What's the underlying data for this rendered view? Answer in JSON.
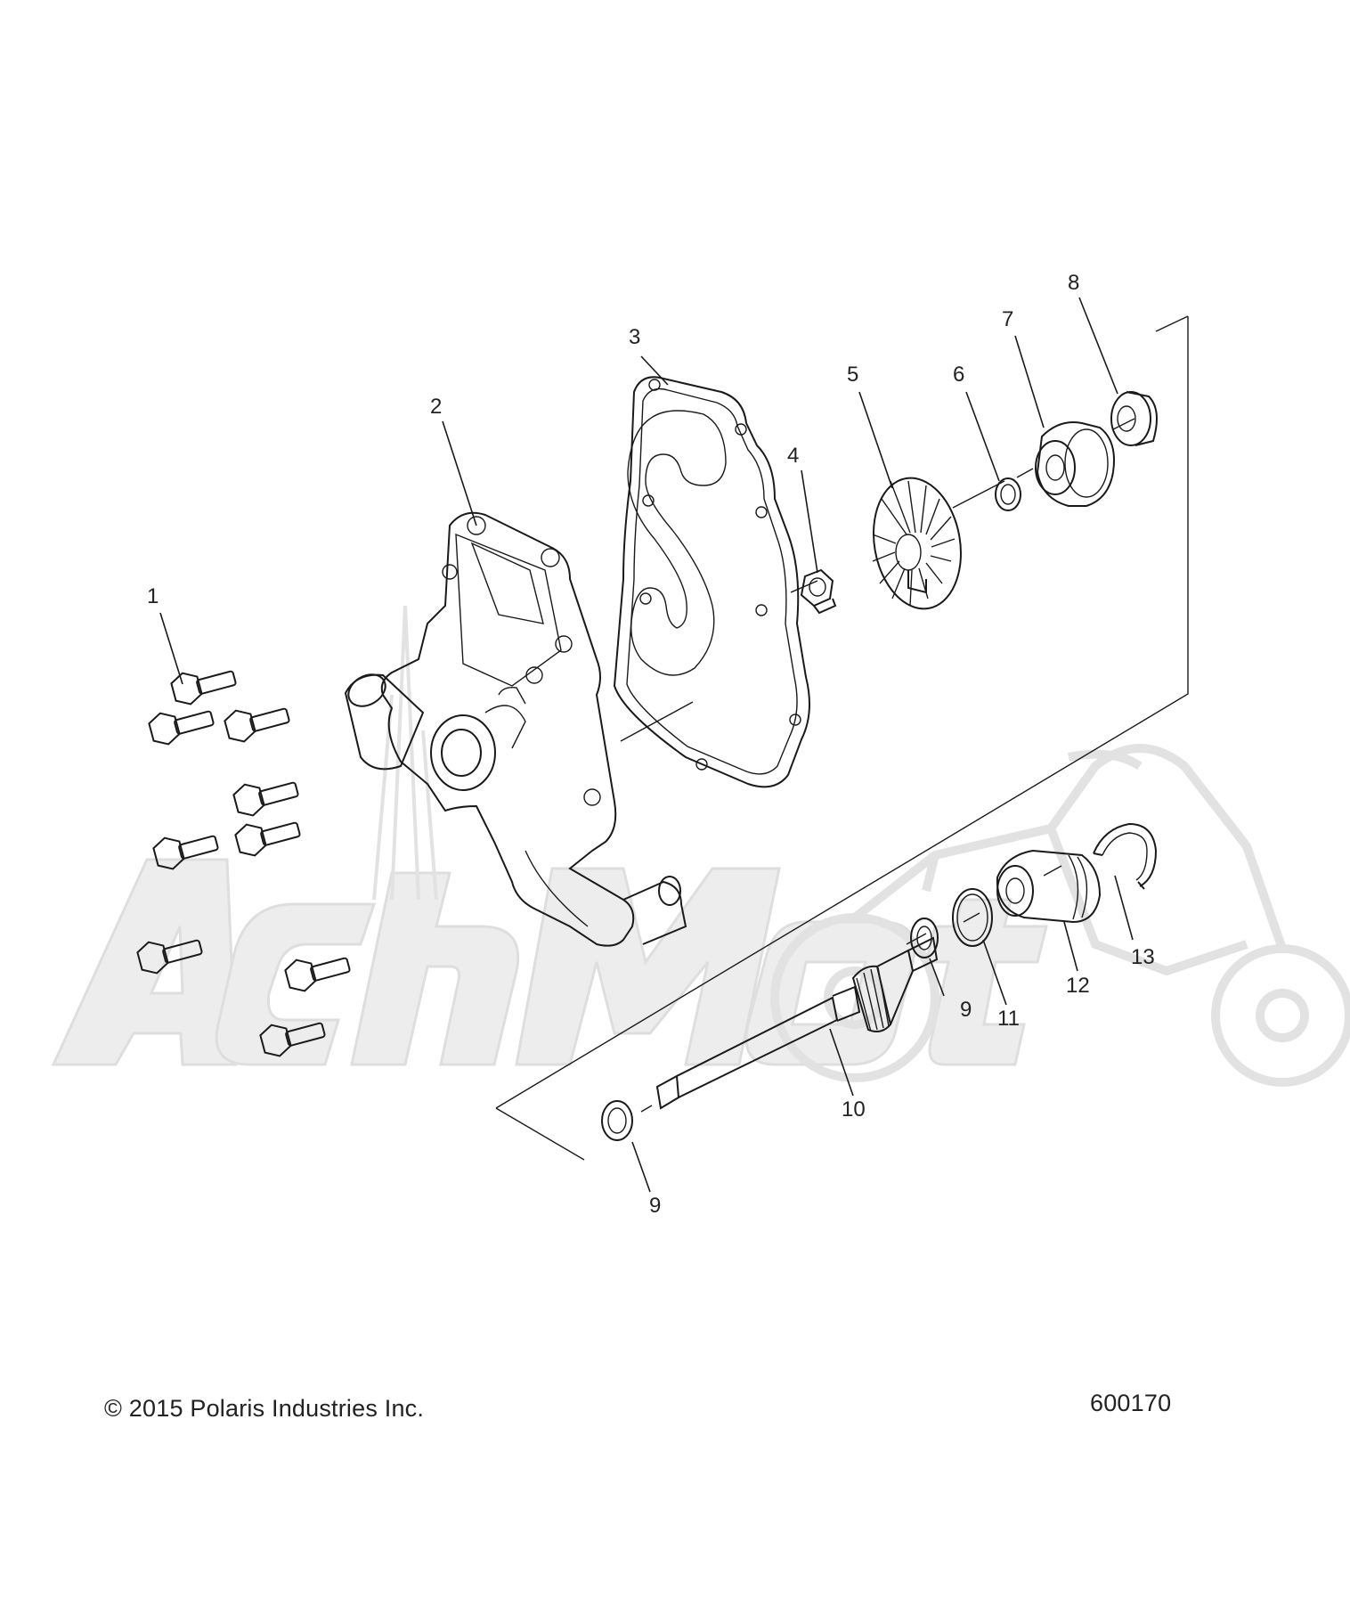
{
  "callouts": [
    {
      "label": "1"
    },
    {
      "label": "2"
    },
    {
      "label": "3"
    },
    {
      "label": "4"
    },
    {
      "label": "5"
    },
    {
      "label": "6"
    },
    {
      "label": "7"
    },
    {
      "label": "8"
    },
    {
      "label": "9"
    },
    {
      "label": "9"
    },
    {
      "label": "10"
    },
    {
      "label": "11"
    },
    {
      "label": "12"
    },
    {
      "label": "13"
    }
  ],
  "footer": {
    "copyright": "© 2015 Polaris Industries Inc.",
    "drawing_number": "600170"
  },
  "watermark": {
    "text": "AchMoto",
    "icon": "motorcycle-watermark-icon"
  }
}
